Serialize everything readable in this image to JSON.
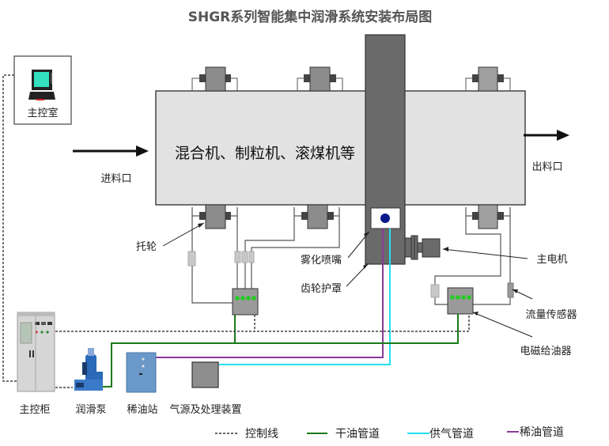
{
  "title": "SHGR系列智能集中润滑系统安装布局图",
  "machine": {
    "label": "混合机、制粒机、滚煤机等",
    "inlet_label": "进料口",
    "outlet_label": "出料口"
  },
  "components": {
    "control_room": "主控室",
    "main_cabinet": "主控柜",
    "lube_pump": "润滑泵",
    "thin_oil_station": "稀油站",
    "air_source": "气源及处理装置",
    "support_roller": "托轮",
    "atomizing_nozzle": "雾化喷嘴",
    "gear_guard": "齿轮护罩",
    "main_motor": "主电机",
    "flow_sensor": "流量传感器",
    "solenoid_feeder": "电磁给油器"
  },
  "legend": [
    {
      "label": "控制线",
      "style": "dashed",
      "color": "#333333"
    },
    {
      "label": "干油管道",
      "style": "solid",
      "color": "#1a7a1a"
    },
    {
      "label": "供气管道",
      "style": "solid",
      "color": "#22e0f0"
    },
    {
      "label": "稀油管道",
      "style": "solid",
      "color": "#8a3a9a"
    }
  ],
  "colors": {
    "dry_oil": "#1a7a1a",
    "air": "#22e0f0",
    "thin_oil": "#8a3a9a",
    "control": "#333333",
    "drum": "#e2e2e2",
    "gear_column": "#6a6a6a",
    "roller": "#8c8c8c",
    "indicator": "#22cc22"
  }
}
